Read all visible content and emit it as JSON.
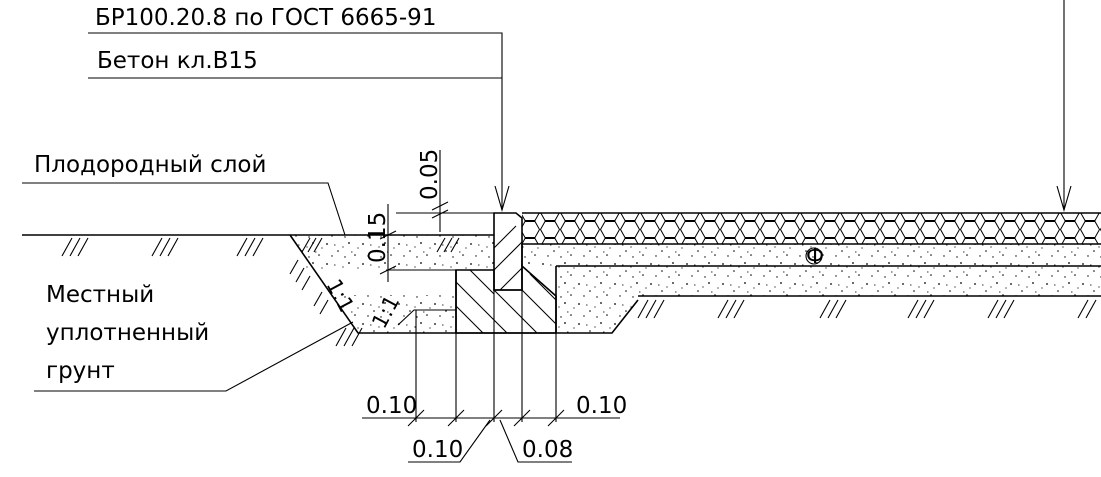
{
  "labels": {
    "curb": "БР100.20.8 по ГОСТ 6665-91",
    "concrete": "Бетон кл.В15",
    "topsoil": "Плодородный слой",
    "ground_line1": "Местный",
    "ground_line2": "уплотненный",
    "ground_line3": "грунт"
  },
  "dimensions": {
    "d005": "0.05",
    "d015": "0.15",
    "slope1": "1:1",
    "slope2": "1:1",
    "b010_left": "0.10",
    "b010_mid": "0.10",
    "b008": "0.08",
    "b010_right": "0.10"
  },
  "markers": {
    "circle_mark": "Ф"
  },
  "colors": {
    "line": "#000000",
    "background": "#ffffff"
  }
}
